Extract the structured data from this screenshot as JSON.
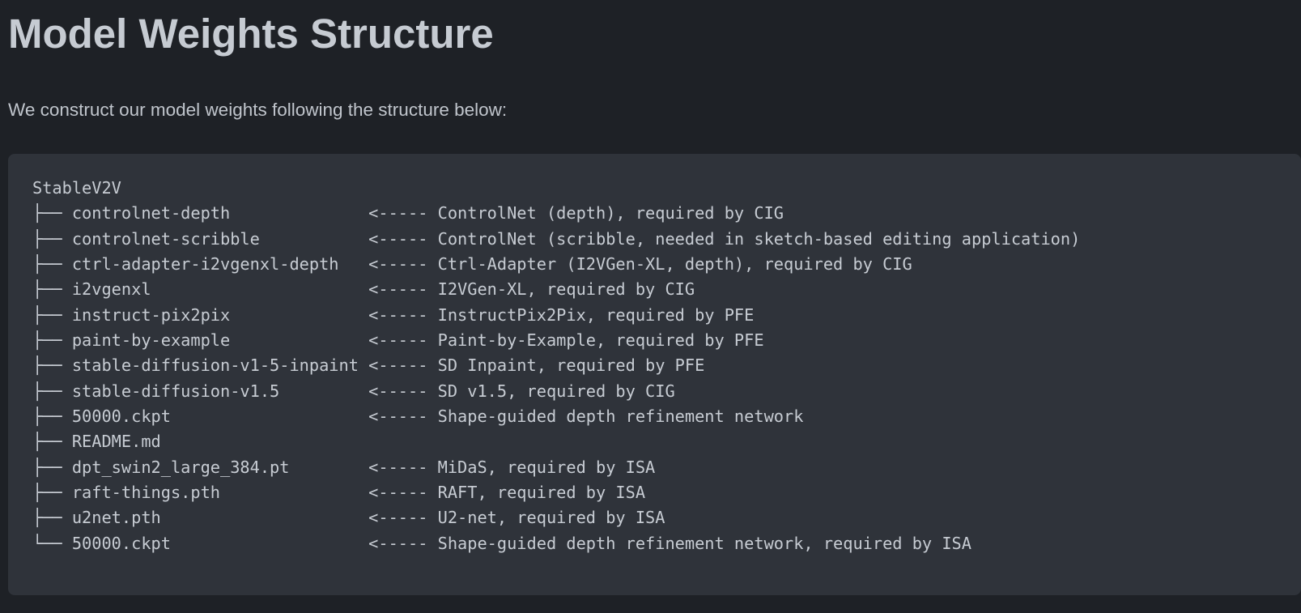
{
  "page": {
    "title": "Model Weights Structure",
    "intro": "We construct our model weights following the structure below:"
  },
  "colors": {
    "page_background": "#1e2126",
    "code_block_background": "#2f333a",
    "heading_text": "#c6cbd2",
    "body_text": "#c0c5cc",
    "code_text": "#c7ccd3"
  },
  "code_block": {
    "pad_to_columns": 34,
    "entries": [
      {
        "prefix": "",
        "name": "StableV2V",
        "comment": ""
      },
      {
        "prefix": "├── ",
        "name": "controlnet-depth",
        "comment": "<----- ControlNet (depth), required by CIG"
      },
      {
        "prefix": "├── ",
        "name": "controlnet-scribble",
        "comment": "<----- ControlNet (scribble, needed in sketch-based editing application)"
      },
      {
        "prefix": "├── ",
        "name": "ctrl-adapter-i2vgenxl-depth",
        "comment": "<----- Ctrl-Adapter (I2VGen-XL, depth), required by CIG"
      },
      {
        "prefix": "├── ",
        "name": "i2vgenxl",
        "comment": "<----- I2VGen-XL, required by CIG"
      },
      {
        "prefix": "├── ",
        "name": "instruct-pix2pix",
        "comment": "<----- InstructPix2Pix, required by PFE"
      },
      {
        "prefix": "├── ",
        "name": "paint-by-example",
        "comment": "<----- Paint-by-Example, required by PFE"
      },
      {
        "prefix": "├── ",
        "name": "stable-diffusion-v1-5-inpaint",
        "comment": "<----- SD Inpaint, required by PFE"
      },
      {
        "prefix": "├── ",
        "name": "stable-diffusion-v1.5",
        "comment": "<----- SD v1.5, required by CIG"
      },
      {
        "prefix": "├── ",
        "name": "50000.ckpt",
        "comment": "<----- Shape-guided depth refinement network"
      },
      {
        "prefix": "├── ",
        "name": "README.md",
        "comment": ""
      },
      {
        "prefix": "├── ",
        "name": "dpt_swin2_large_384.pt",
        "comment": "<----- MiDaS, required by ISA"
      },
      {
        "prefix": "├── ",
        "name": "raft-things.pth",
        "comment": "<----- RAFT, required by ISA"
      },
      {
        "prefix": "├── ",
        "name": "u2net.pth",
        "comment": "<----- U2-net, required by ISA"
      },
      {
        "prefix": "└── ",
        "name": "50000.ckpt",
        "comment": "<----- Shape-guided depth refinement network, required by ISA"
      }
    ]
  }
}
